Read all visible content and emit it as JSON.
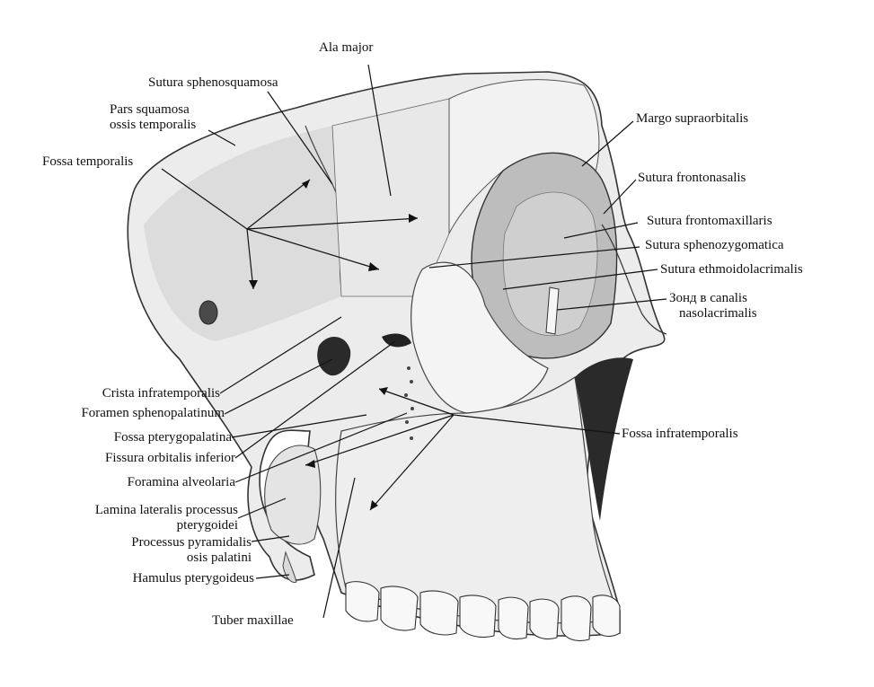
{
  "labels": {
    "ala_major": "Ala major",
    "sutura_sphenosquamosa": "Sutura sphenosquamosa",
    "pars_squamosa_1": "Pars squamosa",
    "pars_squamosa_2": "ossis temporalis",
    "fossa_temporalis": "Fossa temporalis",
    "margo_supraorbitalis": "Margo supraorbitalis",
    "sutura_frontonasalis": "Sutura frontonasalis",
    "sutura_frontomaxillaris": "Sutura frontomaxillaris",
    "sutura_sphenozygomatica": "Sutura sphenozygomatica",
    "sutura_ethmoidolacrimalis": "Sutura ethmoidolacrimalis",
    "zond_1": "Зонд в canalis",
    "zond_2": "nasolacrimalis",
    "fossa_infratemporalis": "Fossa infratemporalis",
    "crista_infratemporalis": "Crista infratemporalis",
    "foramen_sphenopalatinum": "Foramen sphenopalatinum",
    "fossa_pterygopalatina": "Fossa pterygopalatina",
    "fissura_orbitalis_inferior": "Fissura orbitalis inferior",
    "foramina_alveolaria": "Foramina alveolaria",
    "lamina_lateralis_1": "Lamina lateralis processus",
    "lamina_lateralis_2": "pterygoidei",
    "processus_pyramidalis_1": "Processus pyramidalis",
    "processus_pyramidalis_2": "osis palatini",
    "hamulus_pterygoideus": "Hamulus pterygoideus",
    "tuber_maxillae": "Tuber maxillae"
  },
  "colors": {
    "ink": "#111111",
    "bone": "#ededed",
    "bone_shadow": "#9a9a9a",
    "dark": "#2a2a2a"
  }
}
